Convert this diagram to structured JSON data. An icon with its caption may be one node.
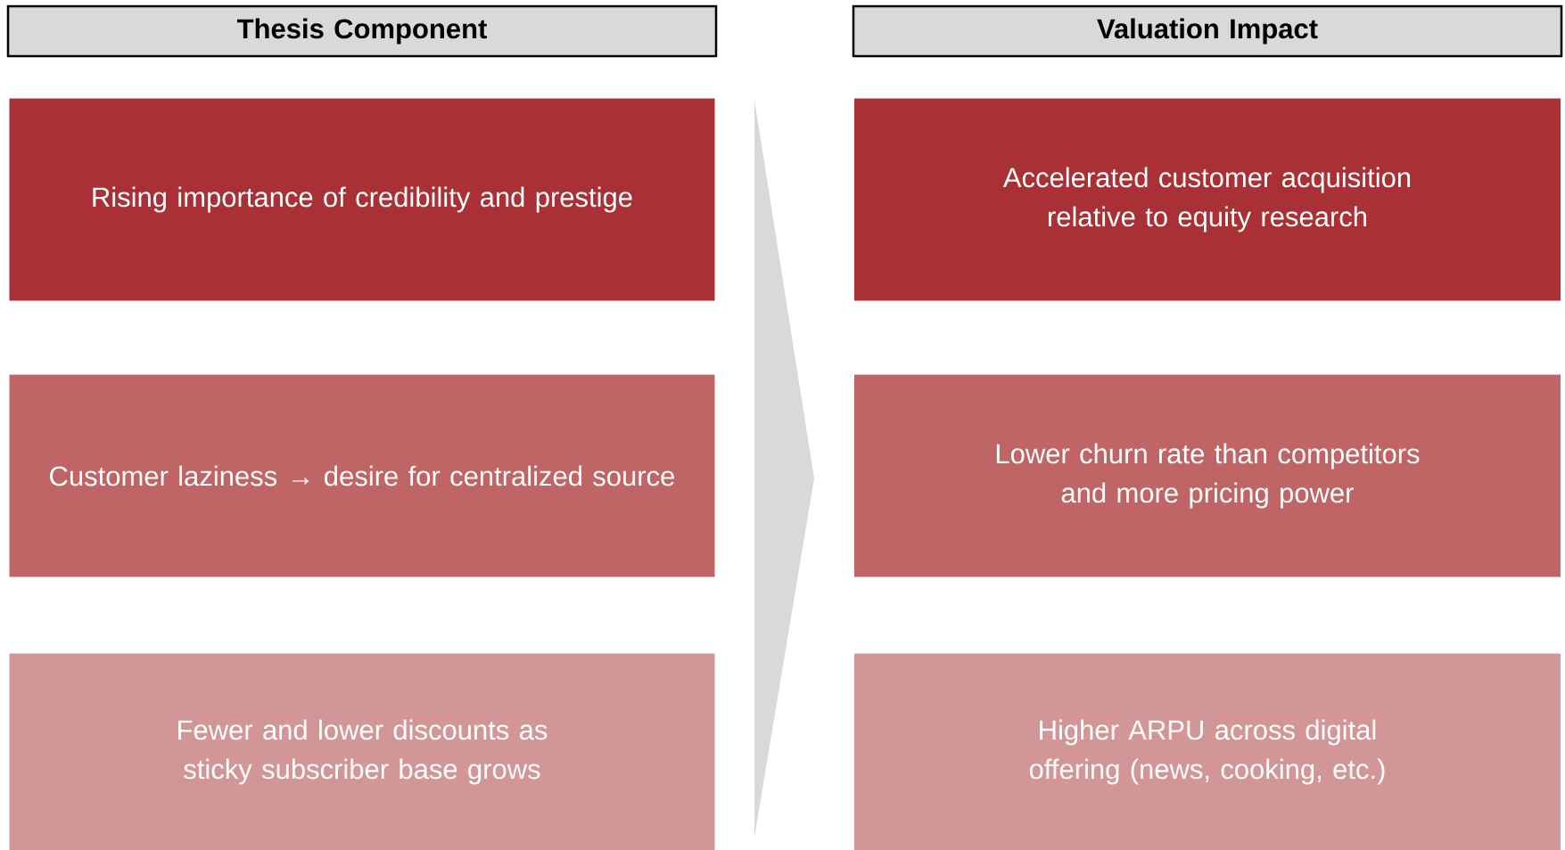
{
  "diagram": {
    "nodes": [
      {
        "text": [
          "Thesis Component"
        ]
      },
      {
        "text": [
          "Valuation Impact"
        ]
      },
      {
        "text": [
          "Rising importance of credibility and prestige"
        ]
      },
      {
        "text": [
          "Customer laziness → desire for centralized source"
        ]
      },
      {
        "text": [
          "Fewer and lower discounts as sticky subscriber base grows"
        ]
      },
      {
        "text": [
          "Accelerated customer acquisition relative to equity research"
        ]
      },
      {
        "text": [
          "Lower churn rate than competitors and more pricing power"
        ]
      },
      {
        "text": [
          "Higher ARPU across digital offering (news, cooking, etc.)"
        ]
      }
    ]
  }
}
